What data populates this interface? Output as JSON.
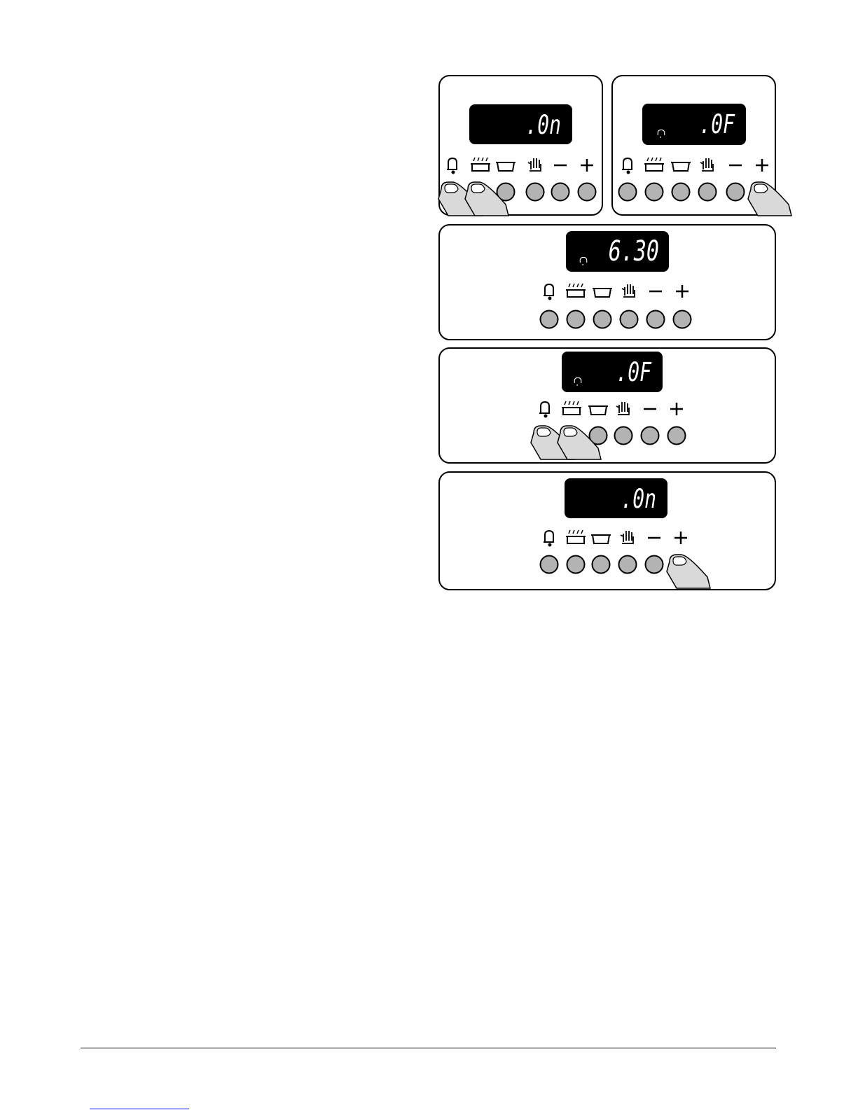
{
  "panels": [
    {
      "display": ".0n",
      "key_indicator": false,
      "pressed": [
        "timer",
        "grill"
      ]
    },
    {
      "display": ".0F",
      "key_indicator": true,
      "pressed": [
        "plus"
      ]
    },
    {
      "display": "6.30",
      "key_indicator": true,
      "pressed": []
    },
    {
      "display": ".0F",
      "key_indicator": true,
      "pressed": [
        "timer",
        "grill"
      ]
    },
    {
      "display": ".0n",
      "key_indicator": false,
      "pressed": [
        "plus"
      ]
    }
  ],
  "button_symbols": [
    {
      "id": "timer",
      "icon": "bell-icon"
    },
    {
      "id": "grill",
      "icon": "grill-icon"
    },
    {
      "id": "oven",
      "icon": "oven-icon"
    },
    {
      "id": "manual",
      "icon": "hand-icon"
    },
    {
      "id": "minus",
      "icon": "minus-icon"
    },
    {
      "id": "plus",
      "icon": "plus-icon"
    }
  ],
  "colors": {
    "button": "#b3b3b3",
    "display": "#000000",
    "segment": "#ffffff",
    "finger": "#d9d9d9"
  }
}
